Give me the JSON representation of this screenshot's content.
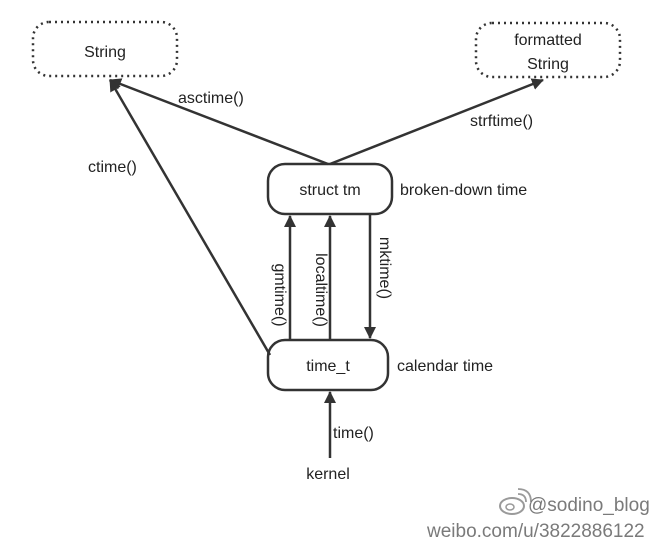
{
  "nodes": {
    "string": "String",
    "formatted_string_line1": "formatted",
    "formatted_string_line2": "String",
    "struct_tm": "struct tm",
    "time_t": "time_t",
    "kernel": "kernel"
  },
  "node_annotations": {
    "struct_tm": "broken-down time",
    "time_t": "calendar time"
  },
  "edges": {
    "asctime": "asctime()",
    "strftime": "strftime()",
    "ctime": "ctime()",
    "gmtime": "gmtime()",
    "localtime": "localtime()",
    "mktime": "mktime()",
    "time": "time()"
  },
  "watermark": {
    "handle": "@sodino_blog",
    "url": "weibo.com/u/3822886122"
  },
  "colors": {
    "stroke": "#333333",
    "text": "#222222",
    "watermark": "#7a7a7a"
  }
}
